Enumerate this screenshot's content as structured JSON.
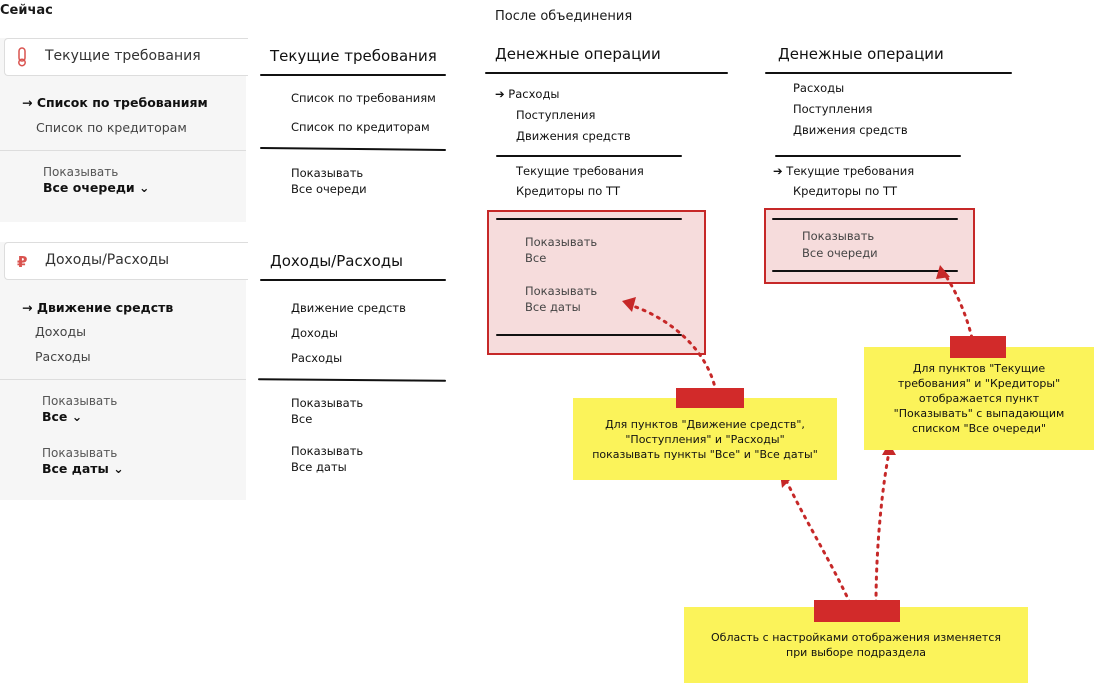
{
  "now": {
    "heading": "Сейчас",
    "panel1": {
      "title": "Текущие требования",
      "items": [
        "Список по требованиям",
        "Список по кредиторам"
      ],
      "filter_label": "Показывать",
      "filter_value": "Все очереди ⌄"
    },
    "panel2": {
      "title": "Доходы/Расходы",
      "items": [
        "Движение средств",
        "Доходы",
        "Расходы"
      ],
      "filter1_label": "Показывать",
      "filter1_value": "Все ⌄",
      "filter2_label": "Показывать",
      "filter2_value": "Все даты ⌄"
    }
  },
  "sketch_now": {
    "title1": "Текущие требования",
    "items1": [
      "Список по требованиям",
      "Список по кредиторам"
    ],
    "label1": "Показывать",
    "value1": "Все очереди",
    "title2": "Доходы/Расходы",
    "items2": [
      "Движение средств",
      "Доходы",
      "Расходы"
    ],
    "label2a": "Показывать",
    "value2a": "Все",
    "label2b": "Показывать",
    "value2b": "Все даты"
  },
  "after": {
    "heading": "После объединения",
    "colA": {
      "title": "Денежные операции",
      "items": [
        "➔ Расходы",
        "Поступления",
        "Движения средств"
      ],
      "items2": [
        "Текущие требования",
        "Кредиторы по ТТ"
      ],
      "label1": "Показывать",
      "value1": "Все",
      "label2": "Показывать",
      "value2": "Все даты"
    },
    "colB": {
      "title": "Денежные операции",
      "items": [
        "Расходы",
        "Поступления",
        "Движения средств"
      ],
      "items2": [
        "➔ Текущие требования",
        "Кредиторы по ТТ"
      ],
      "label1": "Показывать",
      "value1": "Все очереди"
    }
  },
  "notes": {
    "note1": "Для пунктов \"Движение средств\", \"Поступления\" и \"Расходы\" показывать пункты \"Все\" и \"Все даты\"",
    "note2": "Для пунктов \"Текущие требования\" и \"Кредиторы\" отображается пункт \"Показывать\" с выпадающим списком \"Все очереди\"",
    "note3": "Область с настройками отображения изменяется при выборе подраздела"
  },
  "colors": {
    "note": "#fbf35a",
    "tape": "#d22a2a",
    "redbox_bg": "#f6dcdc",
    "redbox_border": "#c62828",
    "arrow": "#c62828"
  }
}
